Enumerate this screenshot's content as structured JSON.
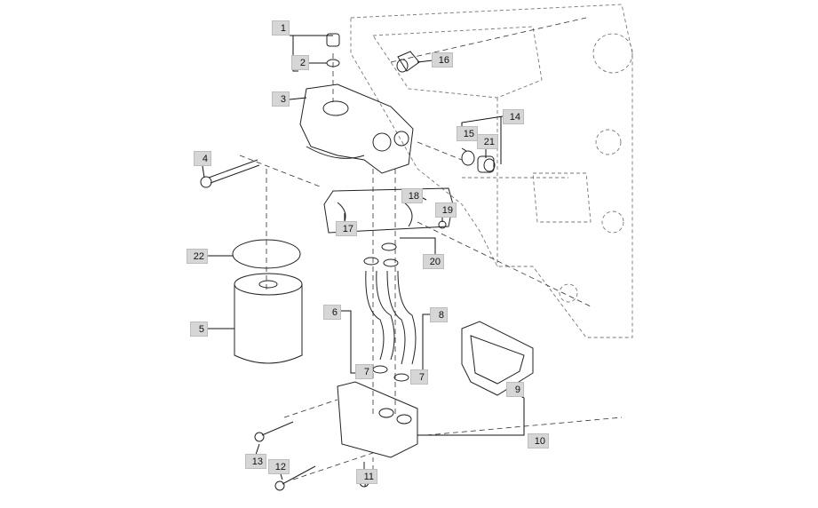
{
  "diagram": {
    "title": "Oil filter assembly exploded view",
    "line_color": "#222222",
    "label_bg": "#d6d6d6",
    "callouts": {
      "c1": "1",
      "c2": "2",
      "c3": "3",
      "c4": "4",
      "c5": "5",
      "c6": "6",
      "c7a": "7",
      "c7b": "7",
      "c8": "8",
      "c9": "9",
      "c10": "10",
      "c11": "11",
      "c12": "12",
      "c13": "13",
      "c14": "14",
      "c15": "15",
      "c16": "16",
      "c17": "17",
      "c18": "18",
      "c19": "19",
      "c20": "20",
      "c21": "21",
      "c22": "22"
    }
  }
}
